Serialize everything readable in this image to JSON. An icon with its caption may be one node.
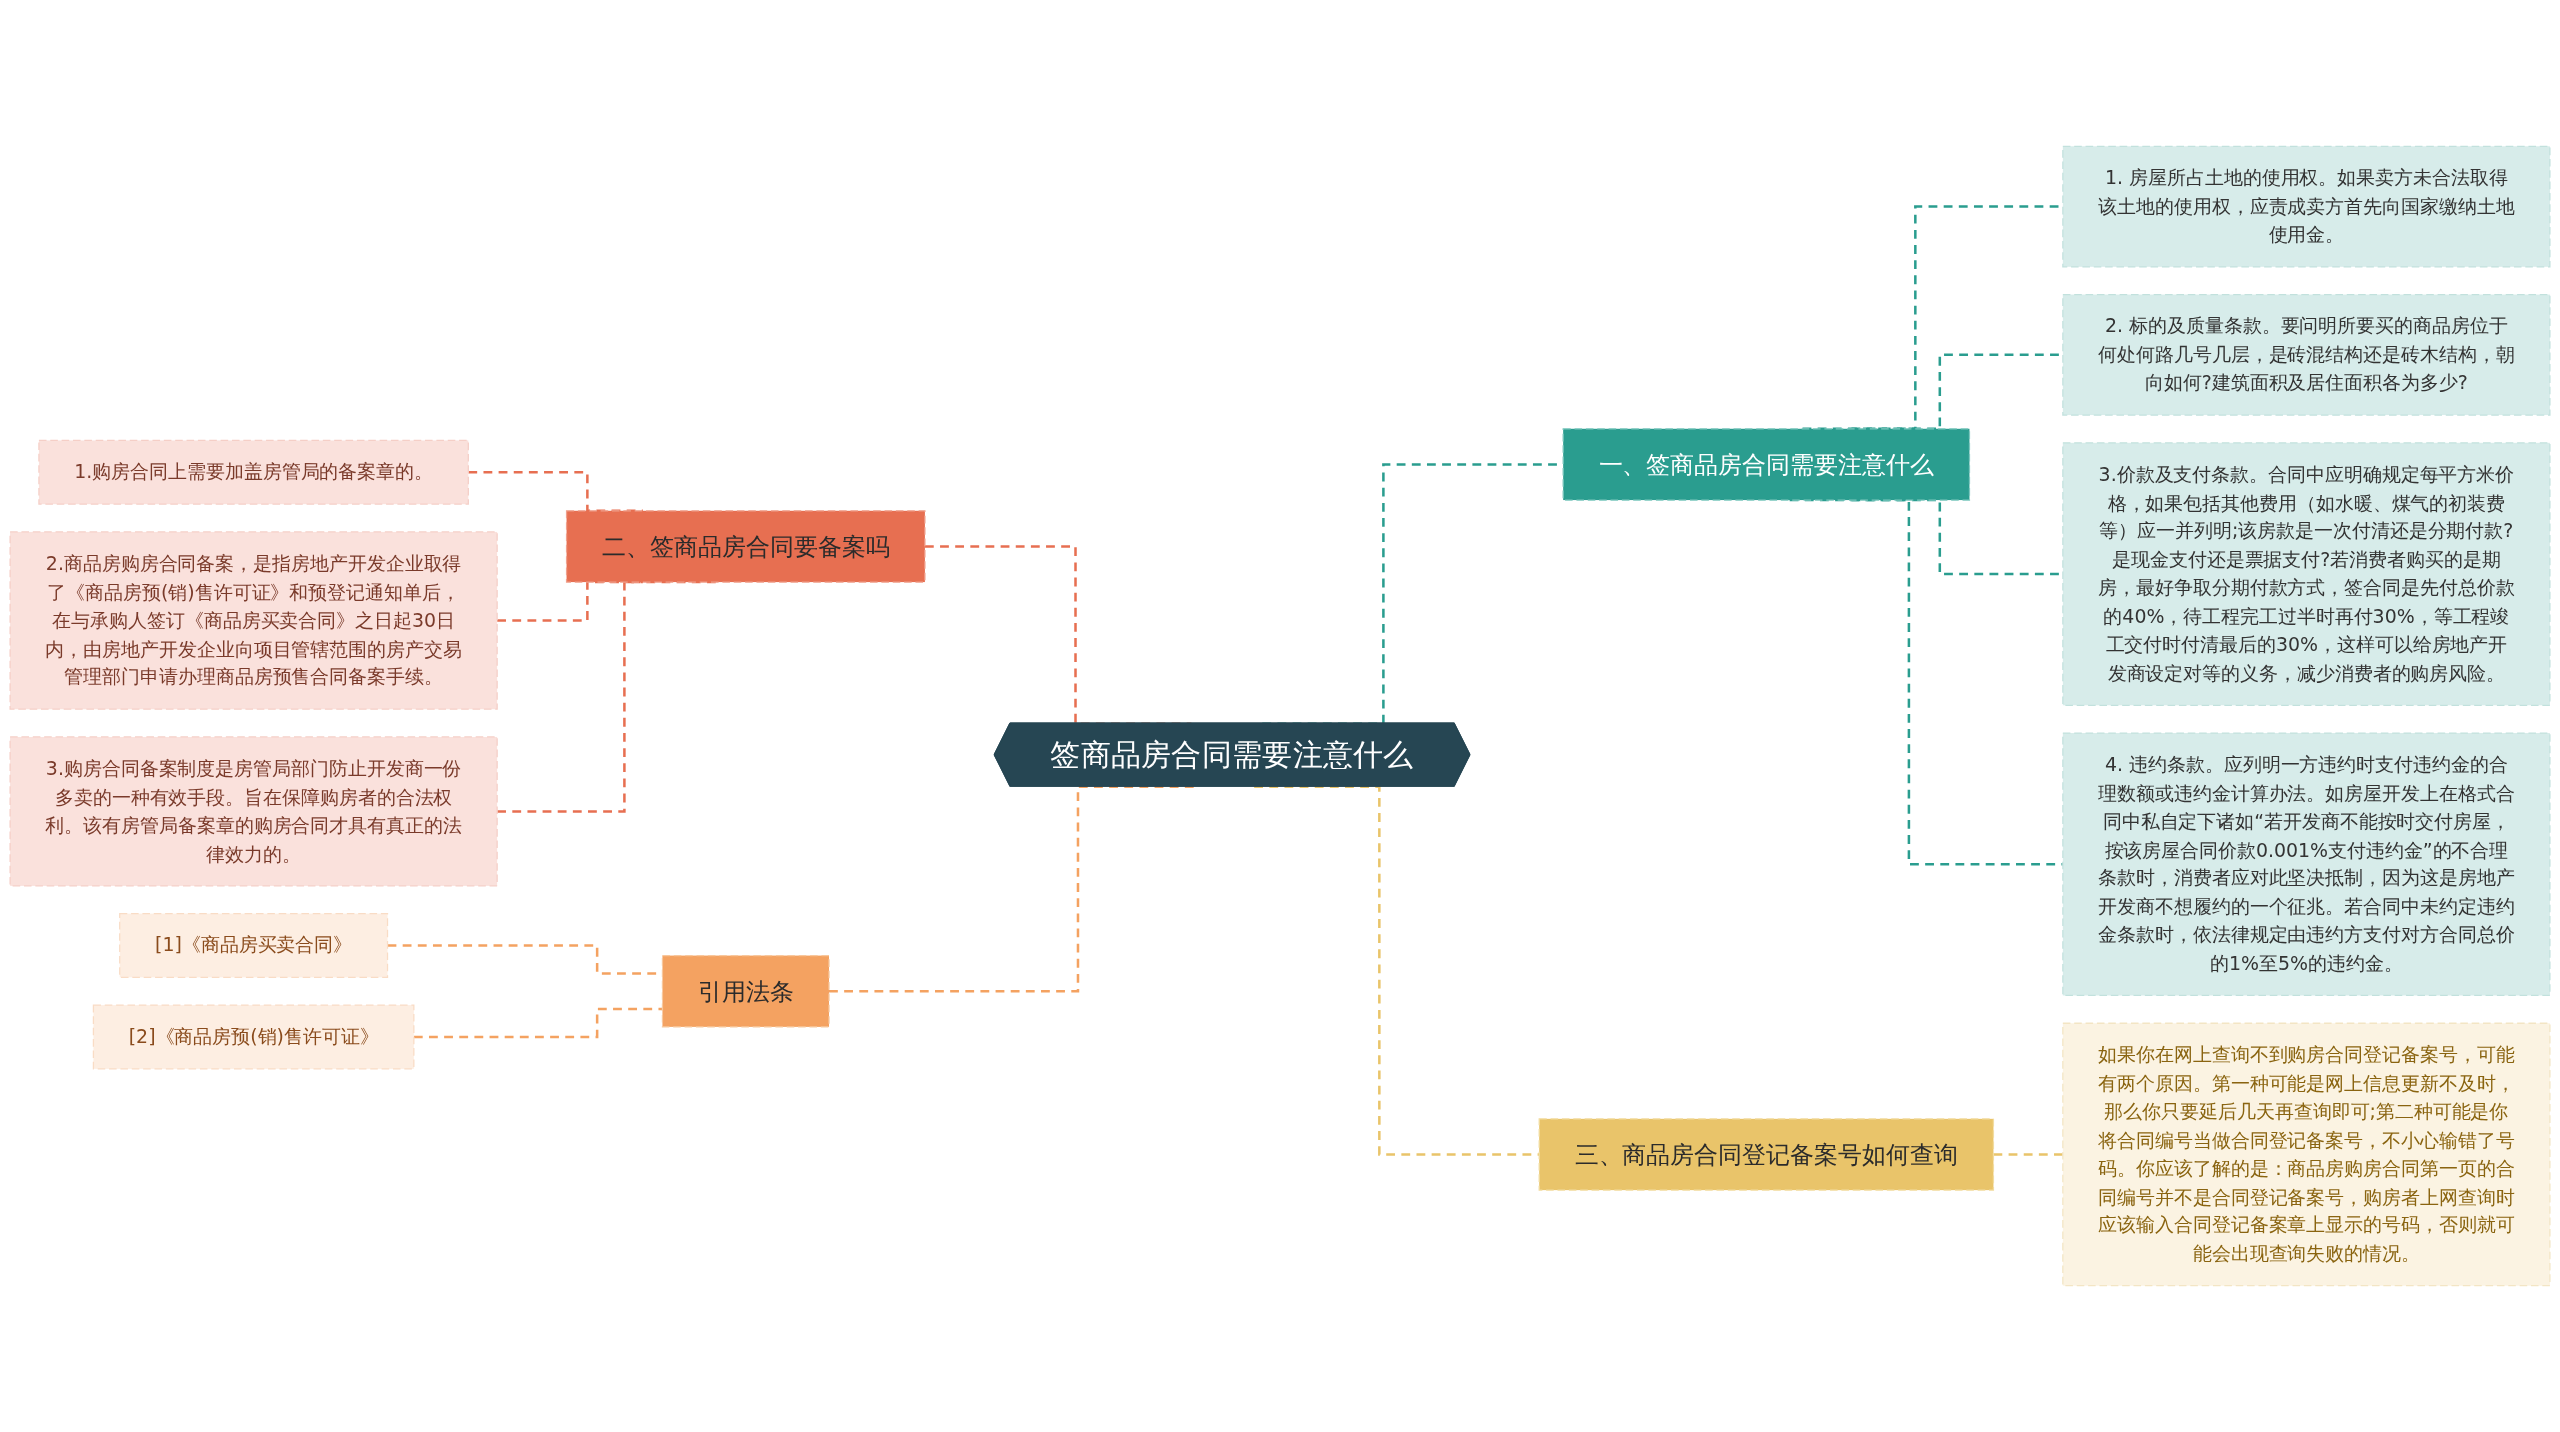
{
  "diagram": {
    "nodes": [
      {
        "text": [
          "签商品房合同需要注意什么"
        ]
      },
      {
        "text": [
          "一、签商品房合同需要注意什么"
        ]
      },
      {
        "text": [
          "1. 房屋所占土地的使用权。如果卖方未合法取得该土地的使用权，应责成卖方首先向国家缴纳土地使用金。"
        ]
      },
      {
        "text": [
          "2. 标的及质量条款。要问明所要买的商品房位于何处何路几号几层，是砖混结构还是砖木结构，朝向如何?建筑面积及居住面积各为多少?"
        ]
      },
      {
        "text": [
          "3.价款及支付条款。合同中应明确规定每平方米价格，如果包括其他费用（如水暖、煤气的初装费等）应一并列明;该房款是一次付清还是分期付款?是现金支付还是票据支付?若消费者购买的是期房，最好争取分期付款方式，签合同是先付总价款的40%，待工程完工过半时再付30%，等工程竣工交付时付清最后的30%，这样可以给房地产开发商设定对等的义务，减少消费者的购房风险。"
        ]
      },
      {
        "text": [
          "4. 违约条款。应列明一方违约时支付违约金的合理数额或违约金计算办法。如房屋开发上在格式合同中私自定下诸如“若开发商不能按时交付房屋，按该房屋合同价款0.001%支付违约金”的不合理条款时，消费者应对此坚决抵制，因为这是房地产开发商不想履约的一个征兆。若合同中未约定违约金条款时，依法律规定由违约方支付对方合同总价的1%至5%的违约金。"
        ]
      },
      {
        "text": [
          "二、签商品房合同要备案吗"
        ]
      },
      {
        "text": [
          "1.购房合同上需要加盖房管局的备案章的。"
        ]
      },
      {
        "text": [
          "2.商品房购房合同备案，是指房地产开发企业取得了《商品房预(销)售许可证》和预登记通知单后，在与承购人签订《商品房买卖合同》之日起30日内，由房地产开发企业向项目管辖范围的房产交易管理部门申请办理商品房预售合同备案手续。"
        ]
      },
      {
        "text": [
          "3.购房合同备案制度是房管局部门防止开发商一份多卖的一种有效手段。旨在保障购房者的合法权利。该有房管局备案章的购房合同才具有真正的法律效力的。"
        ]
      },
      {
        "text": [
          "三、商品房合同登记备案号如何查询"
        ]
      },
      {
        "text": [
          "如果你在网上查询不到购房合同登记备案号，可能有两个原因。第一种可能是网上信息更新不及时，那么你只要延后几天再查询即可;第二种可能是你将合同编号当做合同登记备案号，不小心输错了号码。你应该了解的是：商品房购房合同第一页的合同编号并不是合同登记备案号，购房者上网查询时应该输入合同登记备案章上显示的号码，否则就可能会出现查询失败的情况。"
        ]
      },
      {
        "text": [
          "引用法条"
        ]
      },
      {
        "text": [
          "[1]《商品房买卖合同》"
        ]
      },
      {
        "text": [
          "[2]《商品房预(销)售许可证》"
        ]
      }
    ],
    "edges": [
      {
        "from": 0,
        "to": 1,
        "arrow": "none",
        "style": "dashed"
      },
      {
        "from": 1,
        "to": 2,
        "arrow": "none",
        "style": "dashed"
      },
      {
        "from": 1,
        "to": 3,
        "arrow": "none",
        "style": "dashed"
      },
      {
        "from": 1,
        "to": 4,
        "arrow": "none",
        "style": "dashed"
      },
      {
        "from": 1,
        "to": 5,
        "arrow": "none",
        "style": "dashed"
      },
      {
        "from": 6,
        "to": 0,
        "arrow": "none",
        "style": "dashed",
        "color": "#e76f51"
      },
      {
        "from": 7,
        "to": 6,
        "arrow": "none",
        "style": "dashed",
        "color": "#e76f51"
      },
      {
        "from": 8,
        "to": 6,
        "arrow": "none",
        "style": "dashed",
        "color": "#e76f51"
      },
      {
        "from": 9,
        "to": 6,
        "arrow": "none",
        "style": "dashed",
        "color": "#e76f51"
      },
      {
        "from": 0,
        "to": 10,
        "arrow": "none",
        "style": "dashed",
        "color": "#e9c46a"
      },
      {
        "from": 10,
        "to": 11,
        "arrow": "none",
        "style": "dashed",
        "color": "#e9c46a"
      },
      {
        "from": 12,
        "to": 0,
        "arrow": "none",
        "style": "dashed",
        "color": "#f4a261"
      },
      {
        "from": 13,
        "to": 12,
        "arrow": "none",
        "style": "dashed",
        "color": "#f4a261"
      },
      {
        "from": 14,
        "to": 12,
        "arrow": "none",
        "style": "dashed",
        "color": "#f4a261"
      }
    ]
  }
}
